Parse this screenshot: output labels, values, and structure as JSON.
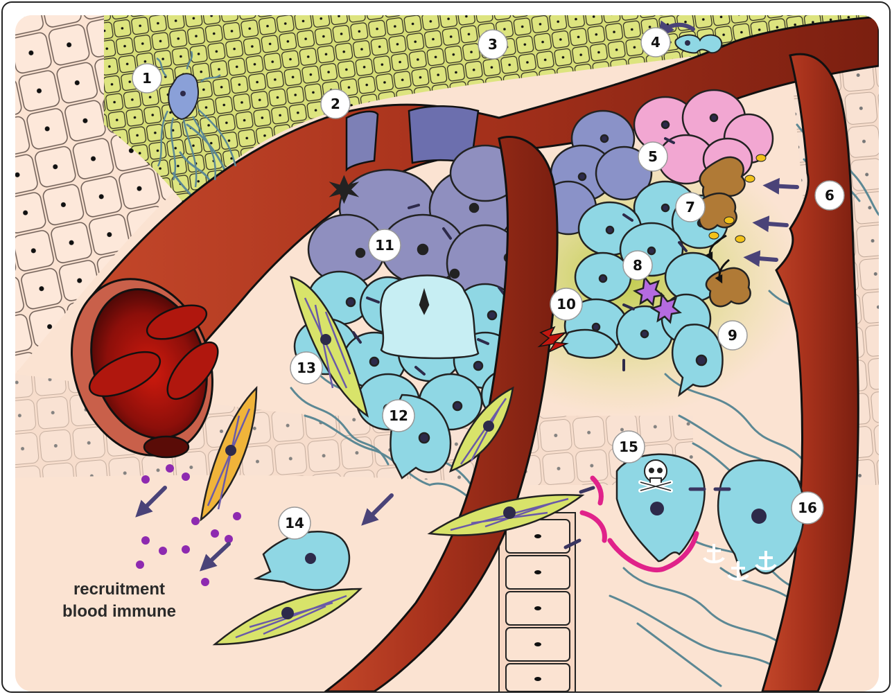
{
  "figure": {
    "callouts": [
      "1",
      "2",
      "3",
      "4",
      "5",
      "6",
      "7",
      "8",
      "9",
      "10",
      "11",
      "12",
      "13",
      "14",
      "15",
      "16"
    ],
    "caption_lines": [
      "recruitment",
      "blood immune"
    ],
    "colors": {
      "vessel": "#a8321c",
      "vessel_dark": "#6e1a0d",
      "tumor_cell": "#8fd7e4",
      "stem_cell": "#8f8fbf",
      "pink_cell": "#f2a7d2",
      "stroma_skin": "#fbe3d2",
      "epidermis_green": "#cdd96a",
      "fibroblast": "#d8e36a",
      "macrophage": "#b07a36",
      "cytokine": "#8e2ab0",
      "immune_signal": "#e0228a",
      "fiber": "#5c8894",
      "arrow": "#4a4378"
    },
    "icons": [
      "skull-icon",
      "anchor-icon",
      "arrow-icon",
      "lightning-icon"
    ]
  }
}
